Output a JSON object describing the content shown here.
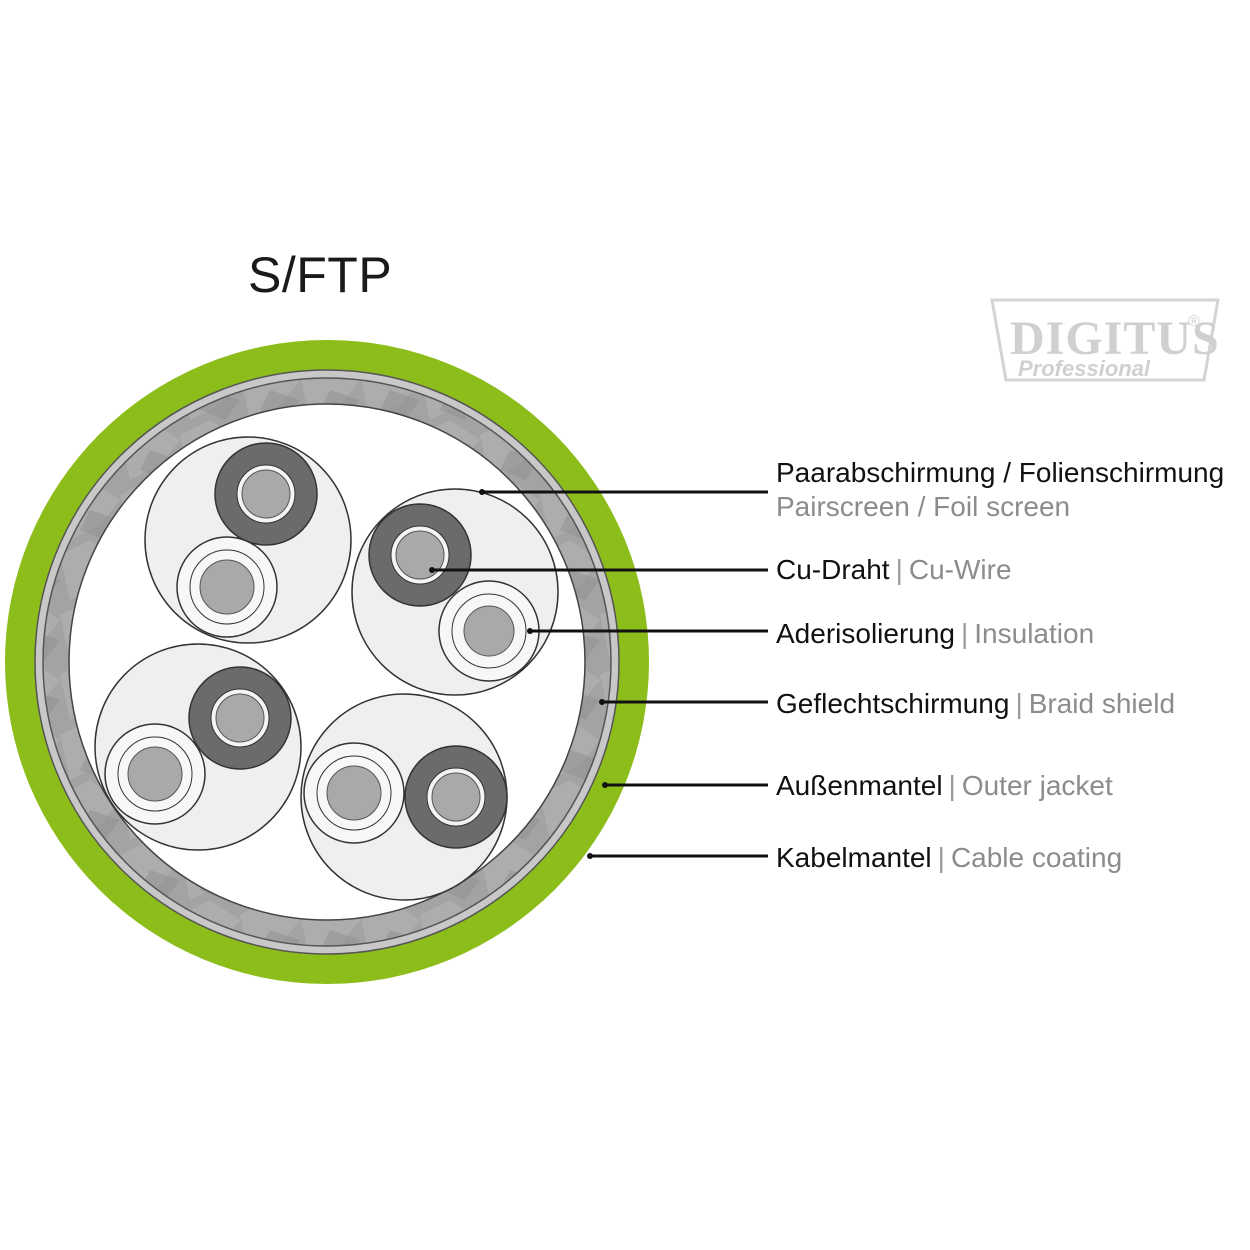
{
  "diagram": {
    "title": "S/FTP",
    "logo": {
      "brand": "DIGITUS",
      "registered": "®",
      "sub": "Professional"
    },
    "colors": {
      "cable_coating": "#8dbd1b",
      "braid_shield": "#9e9e9e",
      "pair_screen_fill": "#efefef",
      "wire_dark": "#6b6b6b",
      "wire_core": "#a9a9a9",
      "insulation_light": "#f7f7f7",
      "leader_line": "#111111"
    },
    "labels": [
      {
        "de": "Paarabschirmung / Folienschirmung",
        "en": "Pairscreen / Foil screen"
      },
      {
        "de": "Cu-Draht",
        "sep": "|",
        "en": "Cu-Wire"
      },
      {
        "de": "Aderisolierung",
        "sep": "|",
        "en": "Insulation"
      },
      {
        "de": "Geflechtschirmung",
        "sep": "|",
        "en": "Braid shield"
      },
      {
        "de": "Außenmantel",
        "sep": "|",
        "en": "Outer jacket"
      },
      {
        "de": "Kabelmantel",
        "sep": "|",
        "en": "Cable coating"
      }
    ]
  }
}
